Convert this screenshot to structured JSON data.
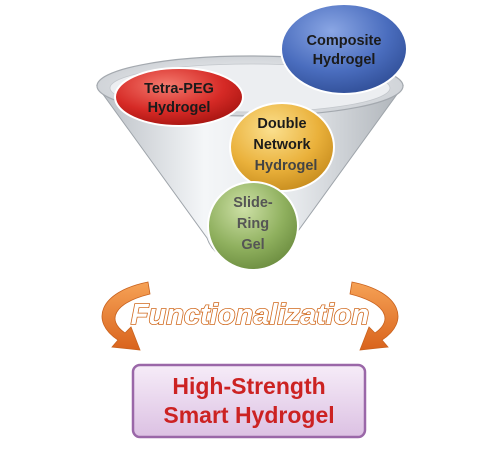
{
  "colors": {
    "funnel": "#d4d8dc",
    "composite": "#4a6dbe",
    "tetra_peg": "#d62a26",
    "double_network": "#eab13b",
    "slide_ring": "#8fb05e",
    "arrows": "#e47a2a",
    "functionalization_text": "#ffffff",
    "functionalization_outline": "#d0681c",
    "result_fill": "#e7d4ec",
    "result_text": "#cc2222"
  },
  "bubbles": {
    "composite": {
      "line1": "Composite",
      "line2": "Hydrogel"
    },
    "tetra_peg": {
      "line1": "Tetra-PEG",
      "line2": "Hydrogel"
    },
    "double_network": {
      "line1": "Double",
      "line2": "Network",
      "line3": "Hydrogel"
    },
    "slide_ring": {
      "line1": "Slide-",
      "line2": "Ring",
      "line3": "Gel"
    }
  },
  "process": {
    "label": "Functionalization"
  },
  "result": {
    "line1": "High-Strength",
    "line2": "Smart Hydrogel"
  }
}
